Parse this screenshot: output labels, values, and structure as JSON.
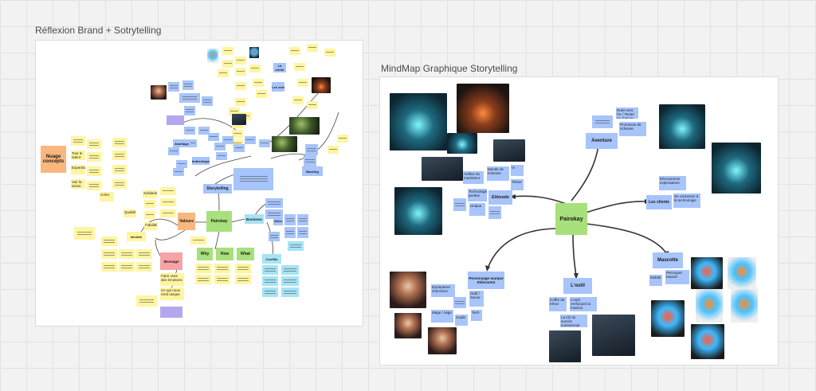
{
  "board": {
    "left_frame_title": "Réflexion Brand + Sotrytelling",
    "right_frame_title": "MindMap Graphique Storytelling"
  },
  "left_map": {
    "nuage": "Nuage concepts",
    "storytelling": "Storytelling",
    "pairokay": "Pairokay",
    "valeurs": "Valeurs",
    "message": "Message",
    "business": "Business",
    "why": "Why",
    "how": "How",
    "what": "What",
    "backlog": "Backlog",
    "la_verite": "La vérité",
    "les_voix": "Les voix",
    "cibles": "Cibles",
    "conflits": "Conflits",
    "identite": "Identité",
    "avantage": "Avantage",
    "authentique": "Authentique",
    "nuage_notes": [
      "Tout le talent",
      "Expertise",
      "Voir la vision",
      "Créer"
    ],
    "valeurs_notes": [
      "Solidarité",
      "Qualité",
      "Fiabilité"
    ],
    "message_notes": [
      "Faire vivre des émotions",
      "Ce qui nous rend unique"
    ]
  },
  "right_map": {
    "center": "Pairokay",
    "aventure": "Aventure",
    "eldorado": "Eldorado",
    "les_clients": "Les clients",
    "mascotte": "Mascotte",
    "loutil": "L'outil",
    "personnage": "Personnage marque Eldorarent",
    "aventure_notes": [
      "Ruée vers l'or / Tenter sa chance",
      "Promesse de richesse"
    ],
    "eldorado_notes": [
      "Artifice du marketeur",
      "Monde de richesse",
      "IA",
      "Trésor",
      "Technologie perdue",
      "Unique"
    ],
    "clients_notes": [
      "Découvreurs explorateurs",
      "Se connecter à la technologie"
    ],
    "mascotte_notes": [
      "Mobile",
      "Perroquet bavard"
    ],
    "outil_notes": [
      "Coffre de trésor",
      "L'outil renforçant la mission",
      "La clé du succès commercial"
    ],
    "personnage_notes": [
      "Explorateur chercheur",
      "Outil / Savoir",
      "Mage / sage",
      "Tech",
      "Guide"
    ]
  }
}
